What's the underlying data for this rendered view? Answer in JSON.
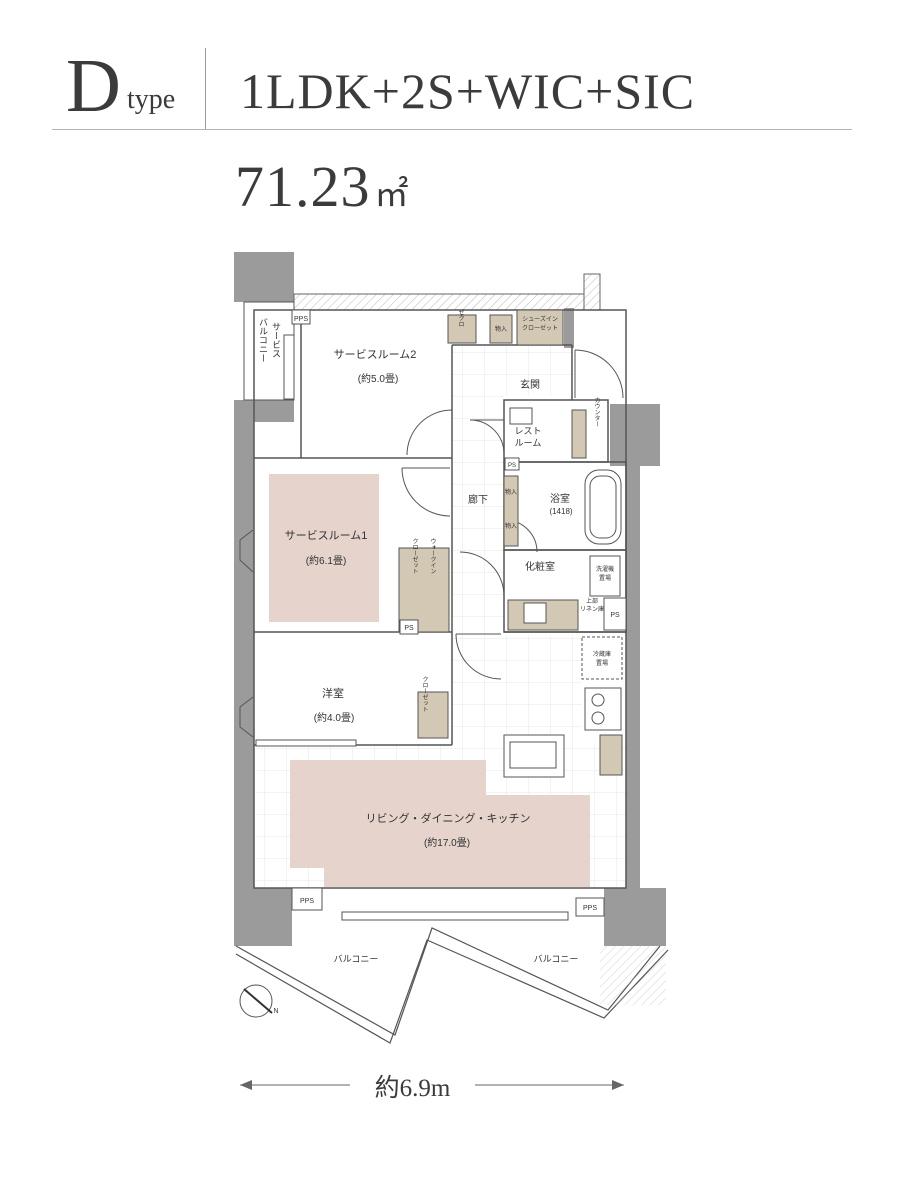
{
  "header": {
    "type_letter": "D",
    "type_word": "type",
    "layout": "1LDK+2S+WIC+SIC",
    "area_value": "71.23",
    "area_unit": "㎡"
  },
  "rooms": {
    "service_room_2": "サービスルーム2",
    "service_room_2_size": "(約5.0畳)",
    "service_room_1": "サービスルーム1",
    "service_room_1_size": "(約6.1畳)",
    "western_room": "洋室",
    "western_room_size": "(約4.0畳)",
    "ldk": "リビング・ダイニング・キッチン",
    "ldk_size": "(約17.0畳)",
    "entrance": "玄関",
    "restroom_1": "レスト",
    "restroom_2": "ルーム",
    "hallway": "廊下",
    "bathroom": "浴室",
    "bathroom_size": "(1418)",
    "powder_room": "化粧室",
    "balcony_left": "バルコニー",
    "balcony_right": "バルコニー",
    "service_balcony_1": "サービス",
    "service_balcony_2": "バルコニー"
  },
  "labels": {
    "pps": "PPS",
    "ps": "PS",
    "storage": "物入",
    "closet": "クローゼット",
    "zekuro": "ゼクロ",
    "shoes_1": "シューズイン",
    "shoes_2": "クローゼット",
    "counter": "カウンター",
    "wic_1": "ウォークイン",
    "wic_2": "クローゼット",
    "washer_1": "洗濯機",
    "washer_2": "置場",
    "fridge_1": "冷蔵庫",
    "fridge_2": "置場",
    "upper_linen_1": "上部",
    "upper_linen_2": "リネン庫",
    "north": "N"
  },
  "dimension": {
    "width": "約6.9m"
  },
  "colors": {
    "wall": "#9b9b9b",
    "room_highlight": "#e5d3cc",
    "storage": "#d3c8b4",
    "line": "#555555"
  }
}
